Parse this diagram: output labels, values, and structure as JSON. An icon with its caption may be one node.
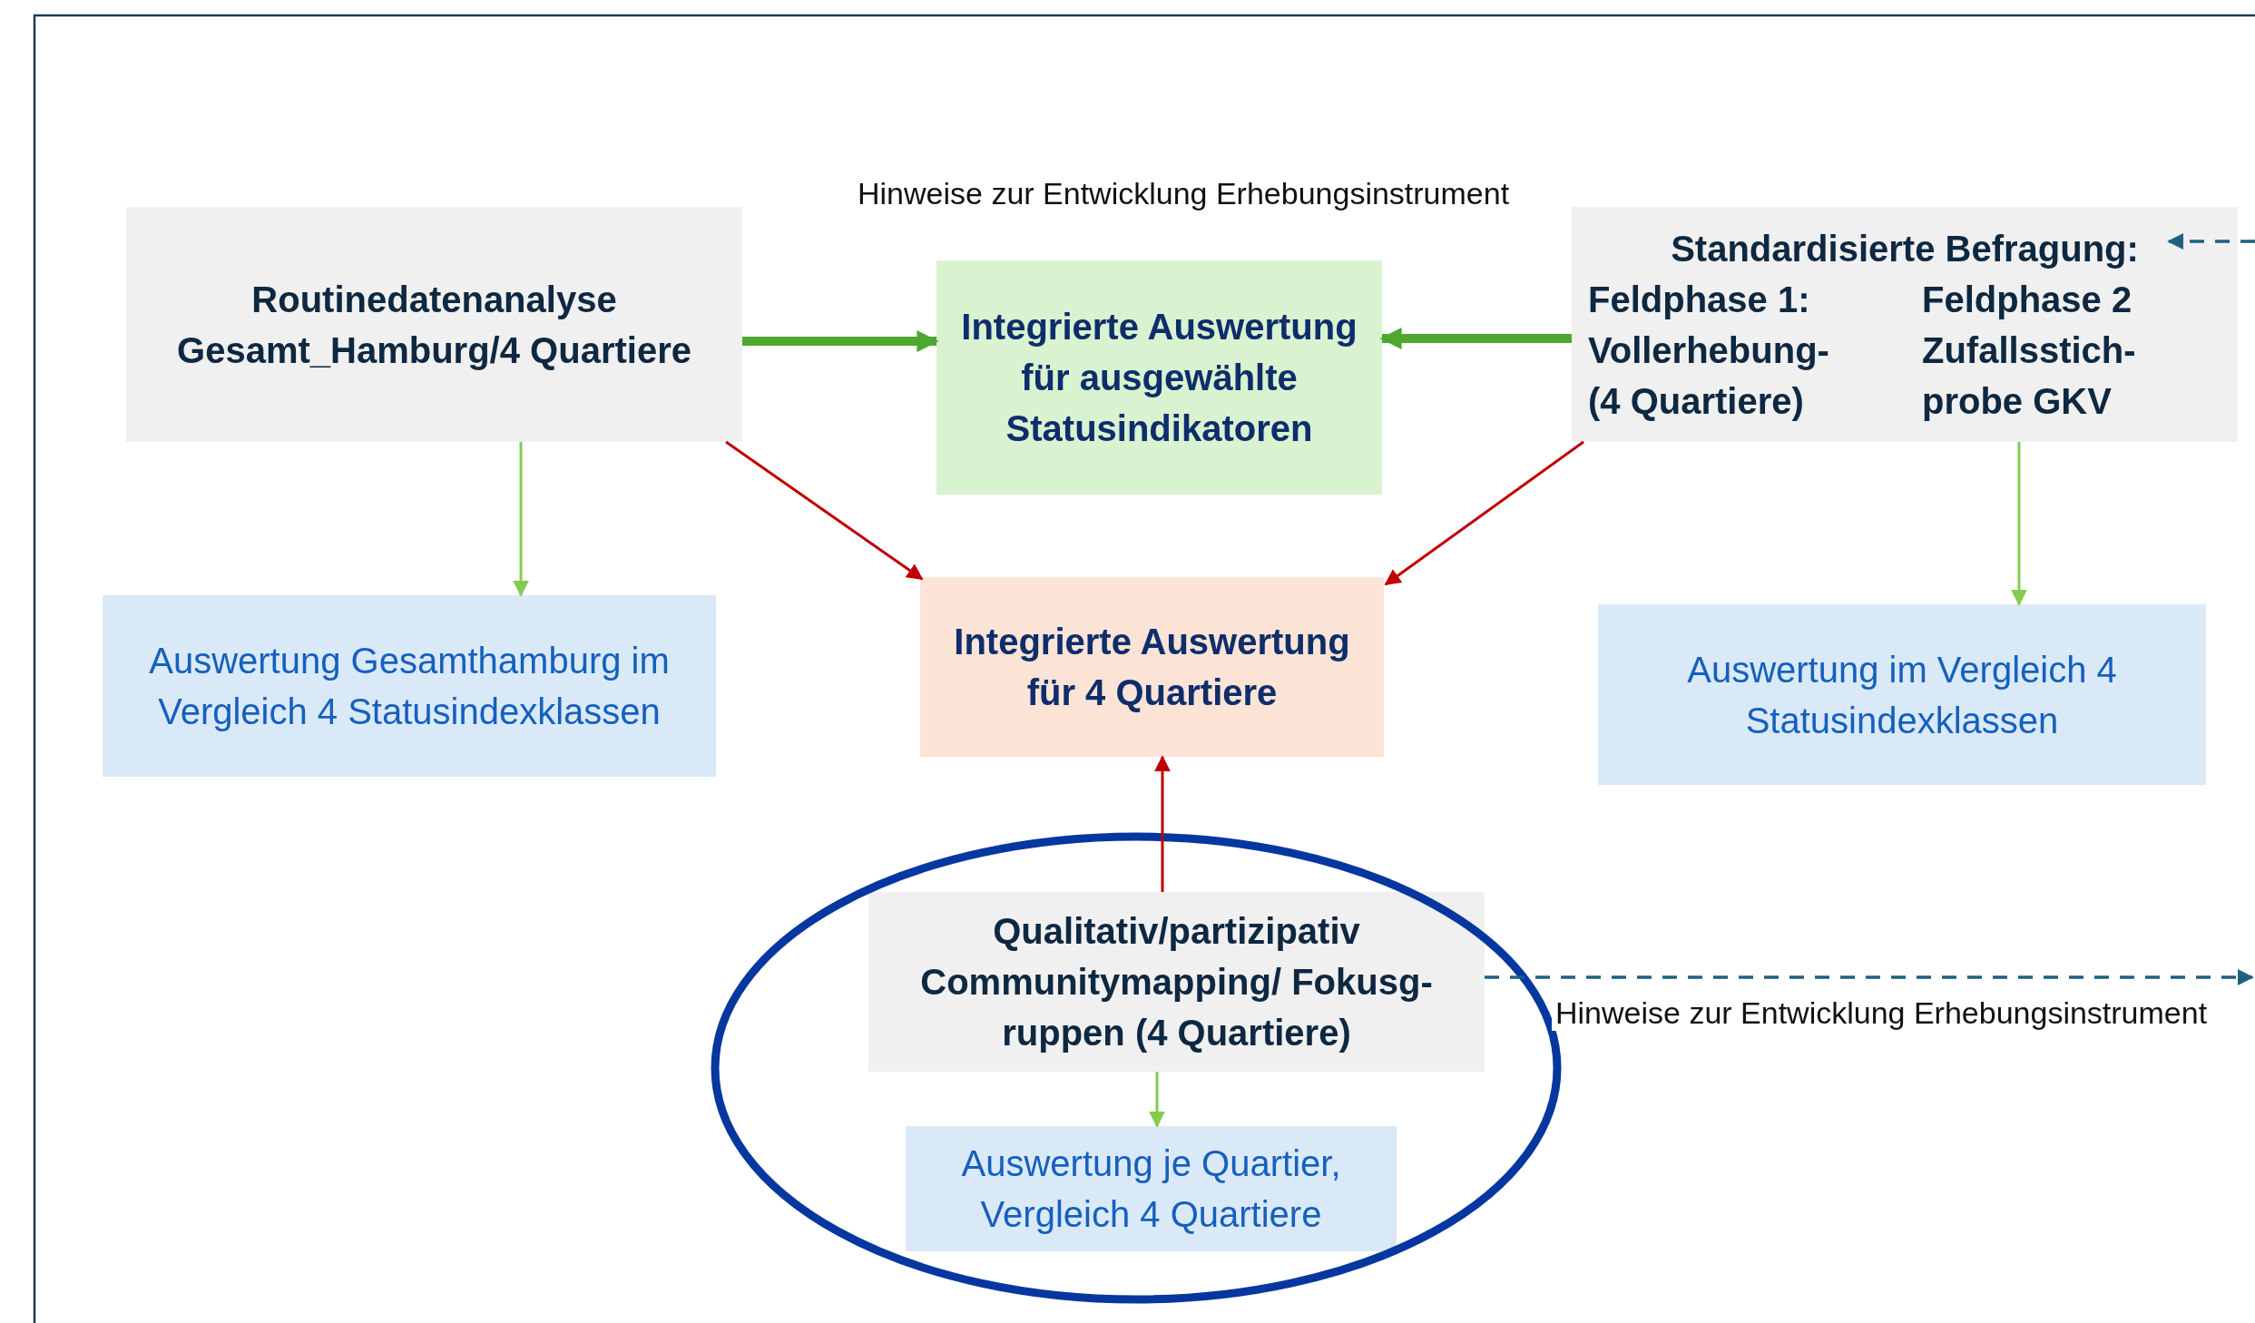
{
  "diagram": {
    "nodes": [
      {
        "text": [
          "Routinedatenanalyse Gesamt_Hamburg/4 Quartiere"
        ]
      },
      {
        "text": [
          "Integrierte Auswertung für ausgewählte Statusindikatoren"
        ]
      },
      {
        "text": [
          "Standardisierte Befragung:",
          "Feldphase 1: Vollerhebung- (4 Quartiere)",
          "Feldphase 2 Zufallsstich- probe GKV"
        ]
      },
      {
        "text": [
          "Auswertung Gesamthamburg im Vergleich 4 Statusindexklassen"
        ]
      },
      {
        "text": [
          "Integrierte Auswertung für 4 Quartiere"
        ]
      },
      {
        "text": [
          "Auswertung im Vergleich 4 Statusindexklassen"
        ]
      },
      {
        "text": [
          "Qualitativ/partizipativ Communitymapping/ Fokusg-ruppen (4 Quartiere)"
        ]
      },
      {
        "text": [
          "Auswertung je Quartier, Vergleich 4  Quartiere"
        ]
      }
    ],
    "edges": [
      {
        "from": 0,
        "to": 1,
        "arrow": "to",
        "style": "thick",
        "color": "#4ea72e"
      },
      {
        "from": 2,
        "to": 1,
        "arrow": "to",
        "style": "thick",
        "color": "#4ea72e"
      },
      {
        "from": 0,
        "to": 3,
        "arrow": "to",
        "color": "#84cc50"
      },
      {
        "from": 2,
        "to": 5,
        "arrow": "to",
        "color": "#84cc50"
      },
      {
        "from": 0,
        "to": 4,
        "arrow": "to",
        "color": "#c00000"
      },
      {
        "from": 2,
        "to": 4,
        "arrow": "to",
        "color": "#c00000"
      },
      {
        "from": 6,
        "to": 4,
        "arrow": "to",
        "color": "#c00000"
      },
      {
        "from": 6,
        "to": 7,
        "arrow": "to",
        "color": "#84cc50"
      },
      {
        "from": 6,
        "to": null,
        "arrow": "to",
        "style": "dashed",
        "color": "#1f6080",
        "label": "Hinweise zur Entwicklung Erhebungsinstrument"
      },
      {
        "from": null,
        "to": 2,
        "arrow": "to",
        "style": "dashed",
        "color": "#1f6080"
      }
    ],
    "labels": [
      "Hinweise zur Entwicklung Erhebungsinstrument"
    ]
  }
}
